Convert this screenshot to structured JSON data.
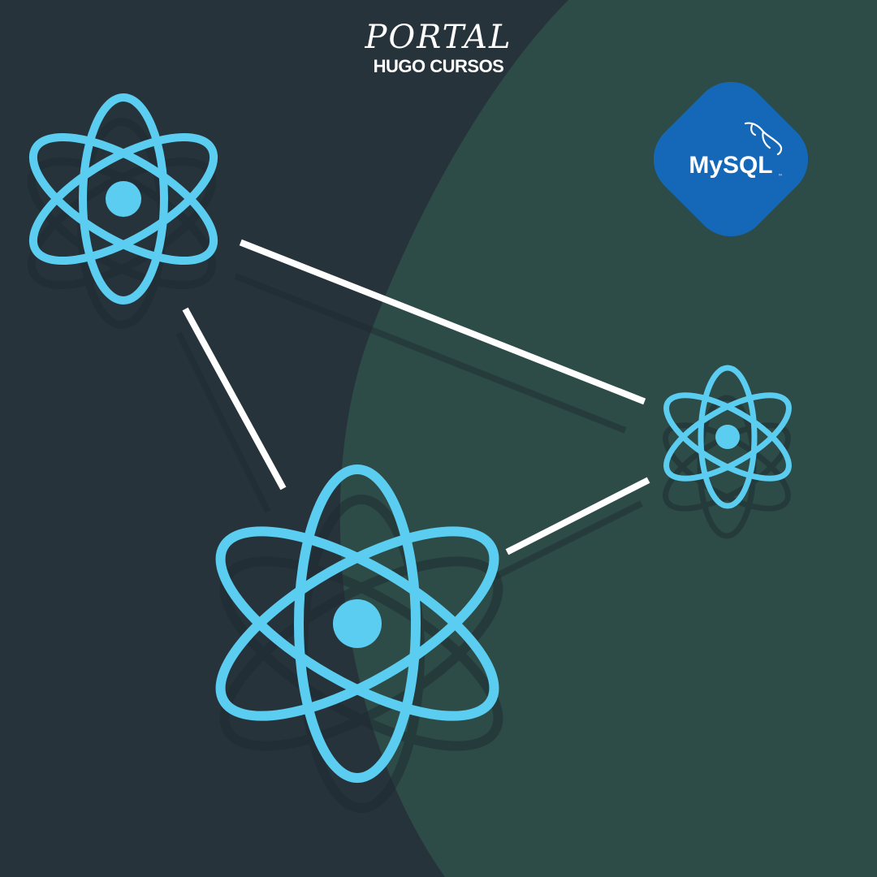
{
  "brand": {
    "title": "PORTAL",
    "subtitle": "HUGO CURSOS"
  },
  "badge": {
    "label": "MySQL",
    "tm": "™",
    "icon": "dolphin-icon"
  },
  "colors": {
    "background_dark": "#27333b",
    "background_green": "#2d4c47",
    "atom_blue": "#5bcdf0",
    "connector": "#ffffff",
    "badge_blue": "#1567b7"
  }
}
